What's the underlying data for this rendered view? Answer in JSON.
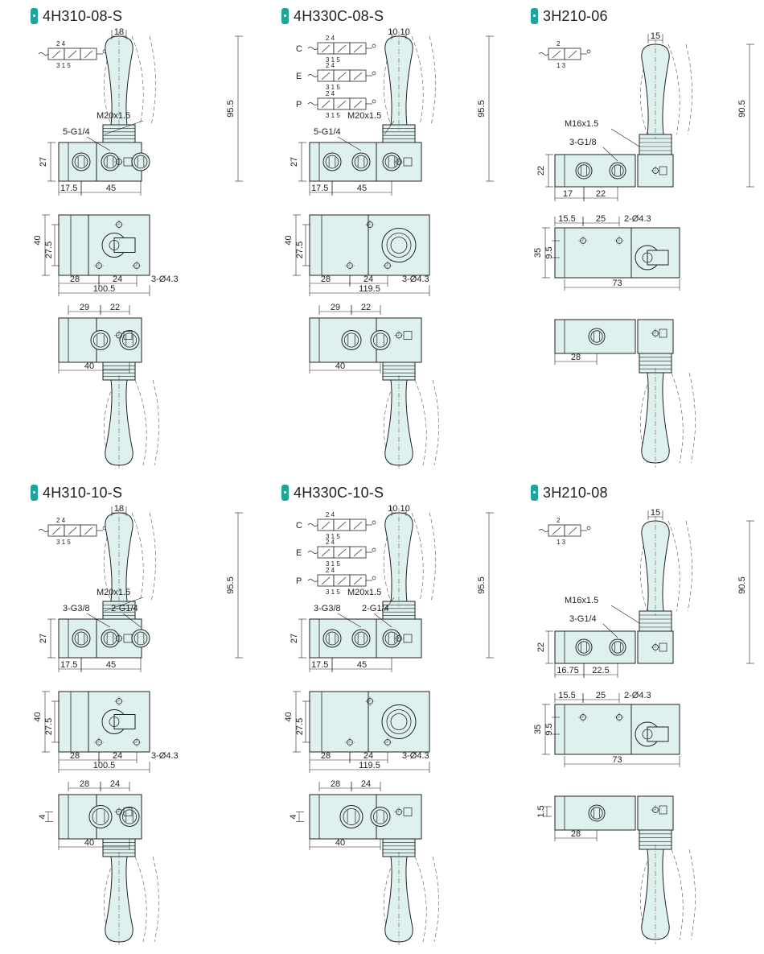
{
  "panels": [
    {
      "id": "4h310-08-s",
      "model": "4H310-08-S",
      "variant": "4H310",
      "symbol": {
        "ports_top": "2 4",
        "ports_bottom": "3 1 5"
      },
      "dims": {
        "handle_w": "18",
        "height": "95.5",
        "thread": "M20x1.5",
        "ports": "5-G1/4",
        "ports2": "",
        "body_h": "27",
        "off1": "17.5",
        "pitch1": "45",
        "h40": "40",
        "h275": "27.5",
        "b28": "28",
        "b24": "24",
        "mount": "3-Ø4.3",
        "len": "100.5",
        "t29": "29",
        "t22": "22",
        "t40": "40",
        "t4": ""
      }
    },
    {
      "id": "4h330c-08-s",
      "model": "4H330C-08-S",
      "variant": "4H330C",
      "symbol": {
        "c": "C",
        "e": "E",
        "p": "P",
        "ports_top": "2 4",
        "ports_bottom": "3 1 5"
      },
      "dims": {
        "handle_w": "10 10",
        "height": "95.5",
        "thread": "M20x1.5",
        "ports": "5-G1/4",
        "ports2": "",
        "body_h": "27",
        "off1": "17.5",
        "pitch1": "45",
        "h40": "40",
        "h275": "27.5",
        "b28": "28",
        "b24": "24",
        "mount": "3-Ø4.3",
        "len": "119.5",
        "t29": "29",
        "t22": "22",
        "t40": "40",
        "t4": ""
      }
    },
    {
      "id": "3h210-06",
      "model": "3H210-06",
      "variant": "3H210",
      "symbol": {
        "ports_top": "2",
        "ports_bottom": "1 3"
      },
      "dims": {
        "handle_w": "15",
        "height": "90.5",
        "thread": "M16x1.5",
        "ports": "3-G1/8",
        "body_h": "22",
        "off1": "17",
        "pitch1": "22",
        "m155": "15.5",
        "m25": "25",
        "mount": "2-Ø4.3",
        "h35": "35",
        "h95": "9.5",
        "len": "73",
        "t28": "28",
        "t15": ""
      }
    },
    {
      "id": "4h310-10-s",
      "model": "4H310-10-S",
      "variant": "4H310",
      "symbol": {
        "ports_top": "2 4",
        "ports_bottom": "3 1 5"
      },
      "dims": {
        "handle_w": "18",
        "height": "95.5",
        "thread": "M20x1.5",
        "ports": "3-G3/8",
        "ports2": "2-G1/4",
        "body_h": "27",
        "off1": "17.5",
        "pitch1": "45",
        "h40": "40",
        "h275": "27.5",
        "b28": "28",
        "b24": "24",
        "mount": "3-Ø4.3",
        "len": "100.5",
        "t29": "28",
        "t22": "24",
        "t40": "40",
        "t4": "4"
      }
    },
    {
      "id": "4h330c-10-s",
      "model": "4H330C-10-S",
      "variant": "4H330C",
      "symbol": {
        "c": "C",
        "e": "E",
        "p": "P",
        "ports_top": "2 4",
        "ports_bottom": "3 1 5"
      },
      "dims": {
        "handle_w": "10 10",
        "height": "95.5",
        "thread": "M20x1.5",
        "ports": "3-G3/8",
        "ports2": "2-G1/4",
        "body_h": "27",
        "off1": "17.5",
        "pitch1": "45",
        "h40": "40",
        "h275": "27.5",
        "b28": "28",
        "b24": "24",
        "mount": "3-Ø4.3",
        "len": "119.5",
        "t29": "28",
        "t22": "24",
        "t40": "40",
        "t4": "4"
      }
    },
    {
      "id": "3h210-08",
      "model": "3H210-08",
      "variant": "3H210",
      "symbol": {
        "ports_top": "2",
        "ports_bottom": "1 3"
      },
      "dims": {
        "handle_w": "15",
        "height": "90.5",
        "thread": "M16x1.5",
        "ports": "3-G1/4",
        "body_h": "22",
        "off1": "16.75",
        "pitch1": "22.5",
        "m155": "15.5",
        "m25": "25",
        "mount": "2-Ø4.3",
        "h35": "35",
        "h95": "9.5",
        "len": "73",
        "t28": "28",
        "t15": "1.5"
      }
    }
  ]
}
